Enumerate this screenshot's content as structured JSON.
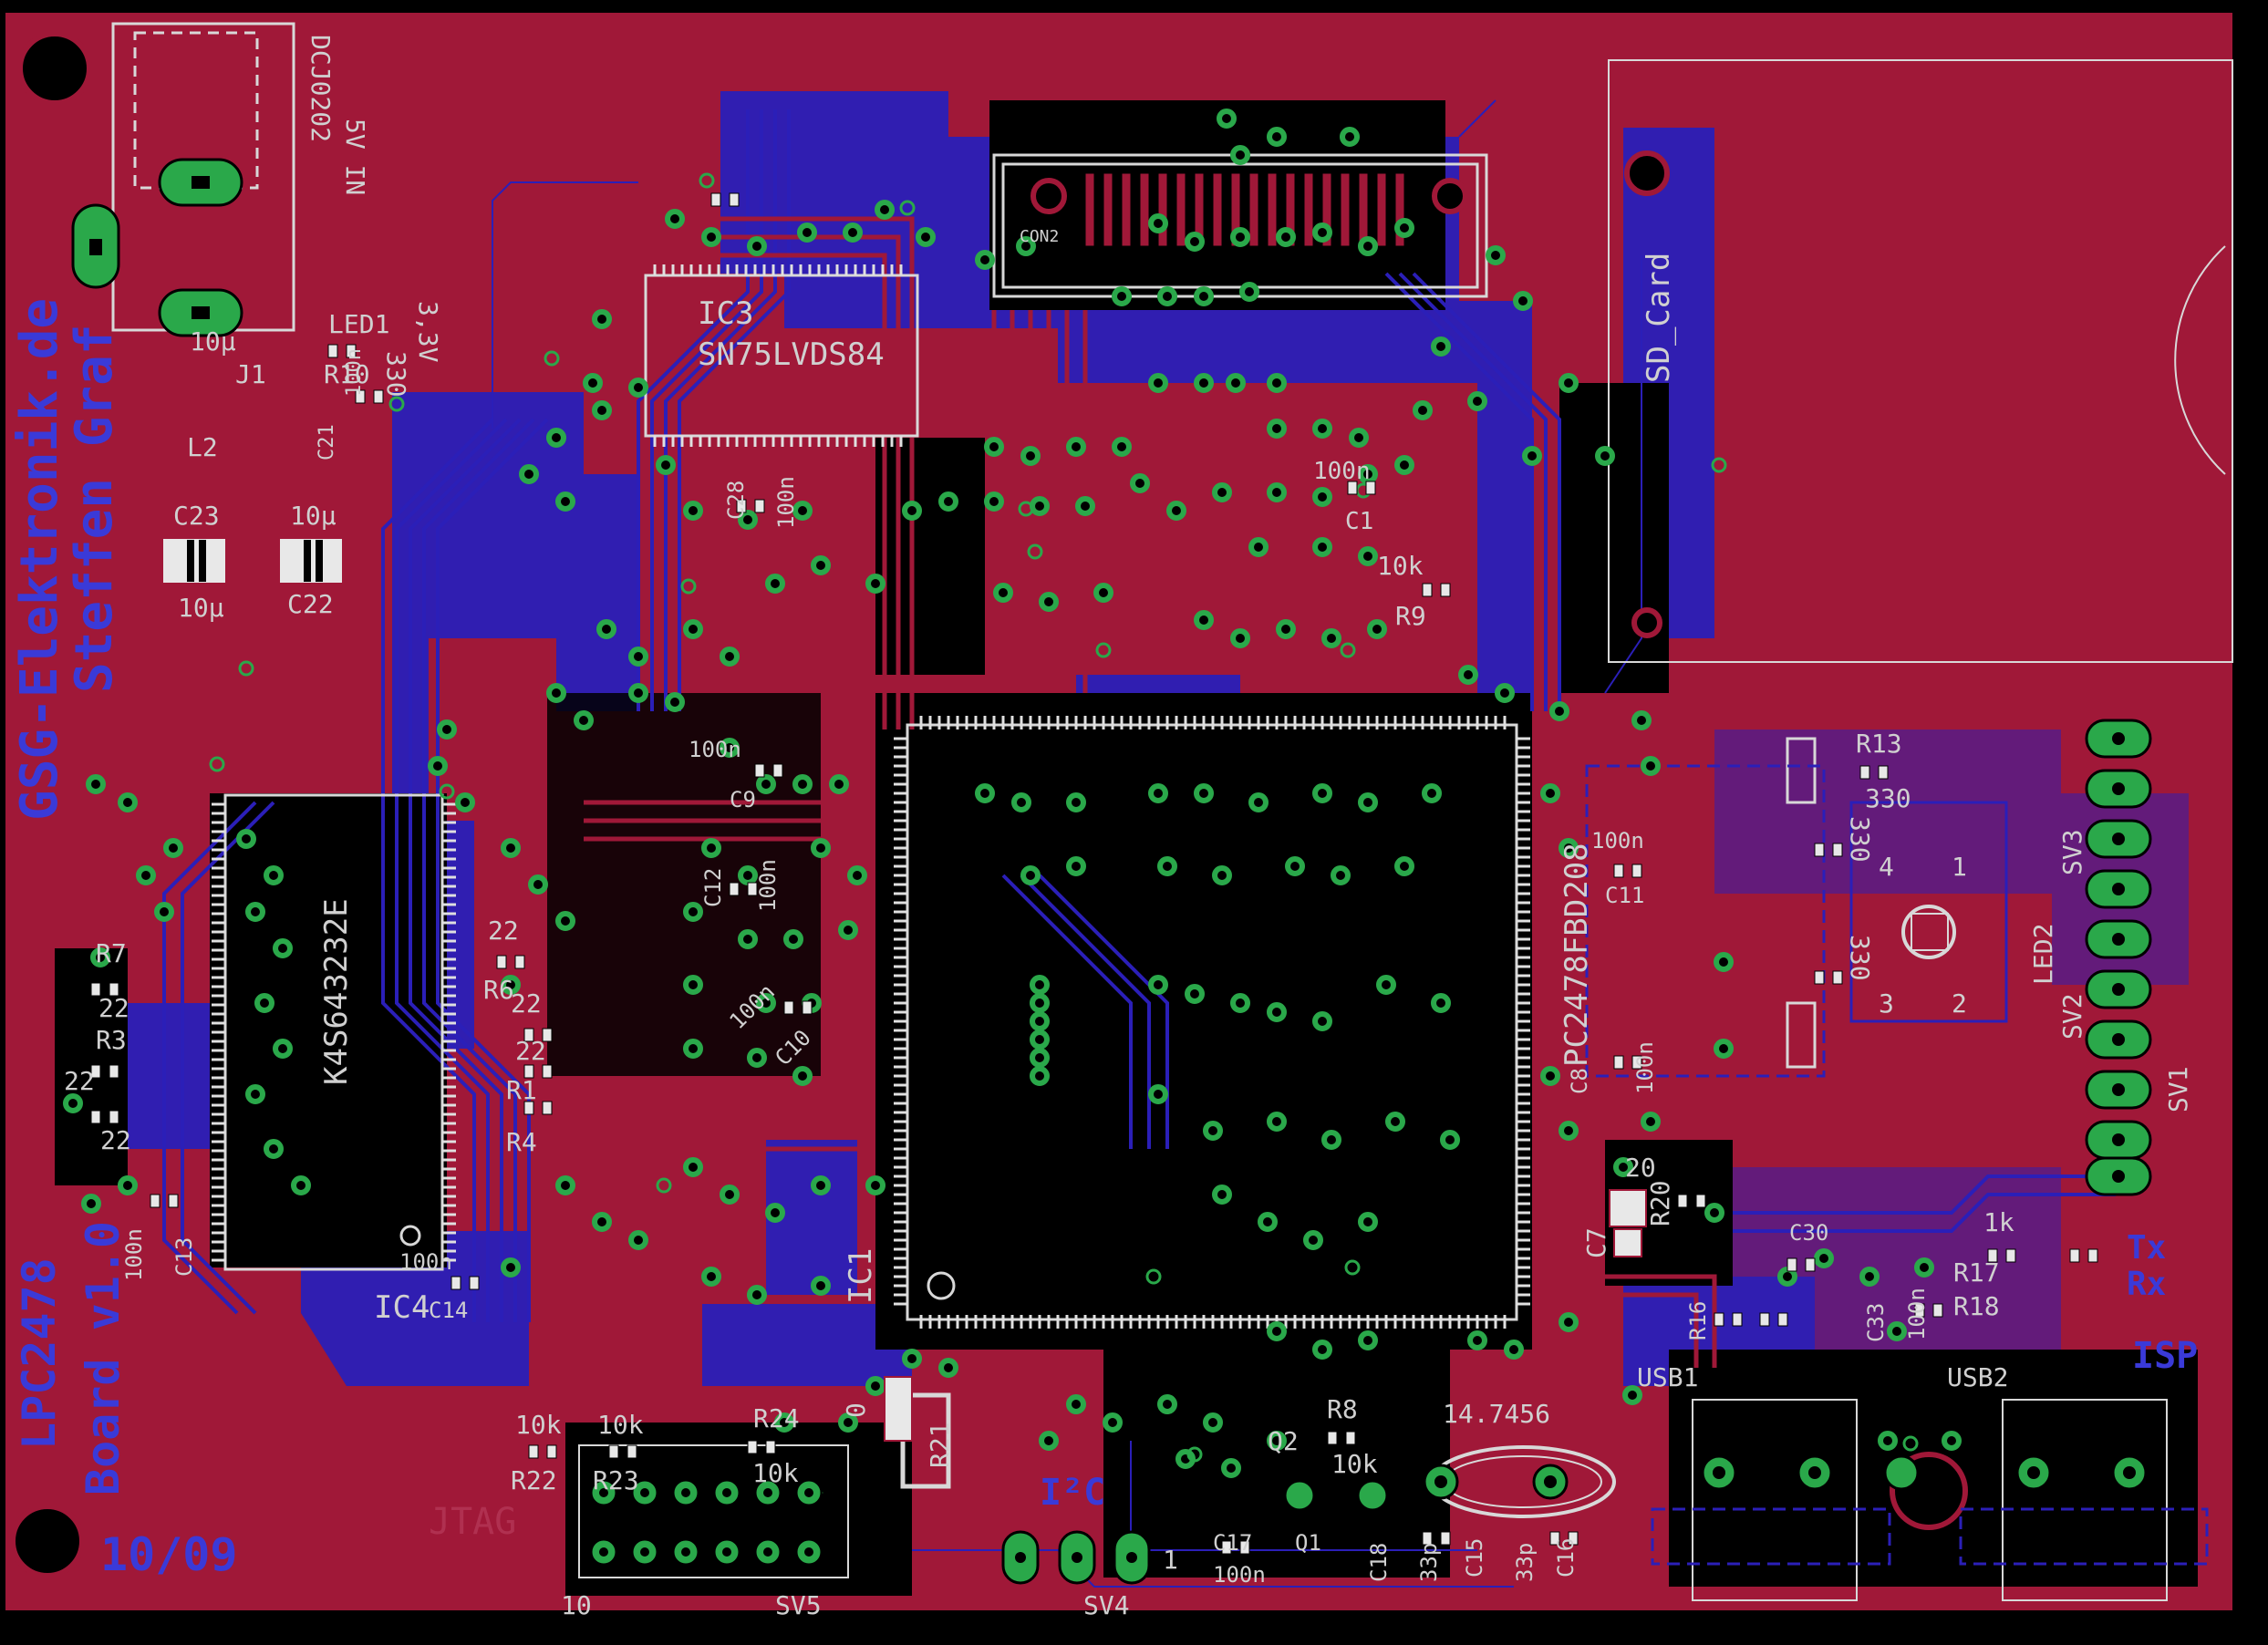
{
  "colors": {
    "background": "#000000",
    "top_copper": "#a01838",
    "bottom_copper": "#2b1fb8",
    "silkscreen": "#d8d8d8",
    "via": "#2aa84a",
    "outline": "#c8c8c8",
    "blue_label": "#3a3ad8"
  },
  "board_text": {
    "brand": "GSG-Elektronik.de",
    "author": "Steffen Graf",
    "product": "LPC2478",
    "version": "Board   v1.0",
    "date": "10/09",
    "isp": "ISP",
    "tx": "Tx",
    "rx": "Rx",
    "i2c": "I²C"
  },
  "components": {
    "dcj": "DCJ0202",
    "v5": "5V IN",
    "v33": "3,3V",
    "led1": "LED1",
    "r10": "R10",
    "r10v": "330",
    "c21": "C21",
    "c21v": "100n",
    "j1": "J1",
    "l2": "L2",
    "c23": "C23",
    "c23v": "10µ",
    "c22": "C22",
    "c22v": "10µ",
    "c24v": "10µ",
    "ic3": "IC3",
    "ic3v": "SN75LVDS84",
    "con2": "CON2",
    "sd": "SD_Card",
    "c28": "C28",
    "c28v": "100n",
    "c1v": "100n",
    "c1": "C1",
    "r9v": "10k",
    "r9": "R9",
    "c9v": "100n",
    "c9": "C9",
    "c12": "C12",
    "c12v": "100n",
    "c10v": "100n",
    "c10": "C10",
    "ic1": "PC2478FBD208",
    "ic1l": "IC1",
    "c11v": "100n",
    "c11": "C11",
    "c8": "C8",
    "c8v": "100n",
    "ic4v": "K4S643232E",
    "ic4": "IC4",
    "r7": "R7",
    "r7v": "22",
    "r3": "R3",
    "r3v": "22",
    "r5v": "22",
    "r2v": "22",
    "r6": "R6",
    "r6v": "22",
    "r1": "R1",
    "r4": "R4",
    "c13": "C13",
    "c13v": "100n",
    "c14": "C14",
    "c14v": "100n",
    "r13": "R13",
    "r13v": "330",
    "r36v": "330",
    "r32v": "330",
    "led2": "LED2",
    "sv3": "SV3",
    "sv2": "SV2",
    "sv1": "SV1",
    "p4": "4",
    "p1": "1",
    "p3": "3",
    "p2": "2",
    "c7": "C7",
    "r20v": "20",
    "r20": "R20",
    "c30": "C30",
    "r16": "R16",
    "r17": "R17",
    "r17v": "1k",
    "r18": "R18",
    "c33": "C33",
    "c33v": "100n",
    "usb1": "USB1",
    "usb2": "USB2",
    "r22v": "10k",
    "r23v": "10k",
    "r22": "R22",
    "r23": "R23",
    "r24": "R24",
    "r24v": "10k",
    "r21": "R21",
    "r21v": "0",
    "jtag": "JTAG",
    "sv5": "SV5",
    "sv5n": "10",
    "sv4": "SV4",
    "sv4n": "1",
    "r8": "R8",
    "r8v": "10k",
    "q2": "Q2",
    "xtal": "14.7456",
    "c15": "C15",
    "c15v": "33p",
    "c16": "C16",
    "c16v": "33p",
    "c17": "C17",
    "c18": "C18",
    "c18v": "100n",
    "q1": "Q1",
    "r1v": "22",
    "r4v": "22"
  }
}
